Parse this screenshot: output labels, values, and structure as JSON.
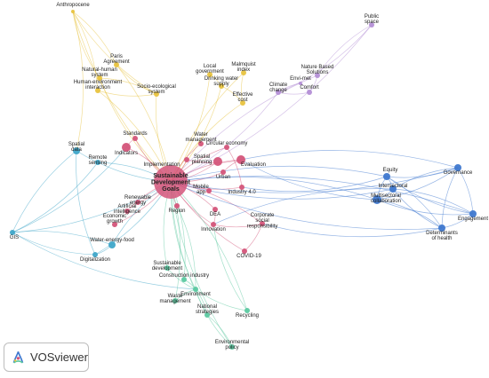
{
  "brand": {
    "name": "VOSviewer"
  },
  "colors": {
    "red": "#d4557a",
    "yellow": "#e8c33f",
    "purple": "#b48fd6",
    "blue": "#3f78cf",
    "cyan": "#3fa6c9",
    "green": "#5cc9a1"
  },
  "network": {
    "nodes": [
      {
        "id": "sdg",
        "label": "Sustainable Development Goals",
        "lines": [
          "Sustainable",
          "Development",
          "Goals"
        ],
        "cluster": "red"
      },
      {
        "id": "anthropocene",
        "label": "Anthropocene",
        "cluster": "yellow"
      },
      {
        "id": "paris",
        "label": "Paris Agreement",
        "lines": [
          "Paris",
          "Agreement"
        ],
        "cluster": "yellow"
      },
      {
        "id": "nhs",
        "label": "Natural-human system",
        "lines": [
          "Natural-human",
          "system"
        ],
        "cluster": "yellow"
      },
      {
        "id": "hei",
        "label": "Human-environment interaction",
        "lines": [
          "Human-environment",
          "interaction"
        ],
        "cluster": "yellow"
      },
      {
        "id": "ses",
        "label": "Socio-ecological system",
        "lines": [
          "Socio-ecological",
          "system"
        ],
        "cluster": "yellow"
      },
      {
        "id": "localgov",
        "label": "Local government",
        "lines": [
          "Local",
          "government"
        ],
        "cluster": "yellow"
      },
      {
        "id": "malmquist",
        "label": "Malmquist index",
        "lines": [
          "Malmquist",
          "index"
        ],
        "cluster": "yellow"
      },
      {
        "id": "drinking",
        "label": "Drinking water supply",
        "lines": [
          "Drinking water",
          "supply"
        ],
        "cluster": "yellow"
      },
      {
        "id": "effcost",
        "label": "Effective cost",
        "lines": [
          "Effective",
          "cost"
        ],
        "cluster": "yellow"
      },
      {
        "id": "public",
        "label": "Public space",
        "lines": [
          "Public",
          "space"
        ],
        "cluster": "purple"
      },
      {
        "id": "nbs",
        "label": "Nature Based Solutions",
        "lines": [
          "Nature Based",
          "Solutions"
        ],
        "cluster": "purple"
      },
      {
        "id": "envimet",
        "label": "Envi-met",
        "cluster": "purple"
      },
      {
        "id": "comfort",
        "label": "Comfort",
        "cluster": "purple"
      },
      {
        "id": "climate",
        "label": "Climate change",
        "lines": [
          "Climate",
          "change"
        ],
        "cluster": "purple"
      },
      {
        "id": "standards",
        "label": "Standards",
        "cluster": "red"
      },
      {
        "id": "indicators",
        "label": "Indicators",
        "cluster": "red"
      },
      {
        "id": "watermgmt",
        "label": "Water management",
        "lines": [
          "Water",
          "management"
        ],
        "cluster": "red"
      },
      {
        "id": "implementation",
        "label": "Implementation",
        "cluster": "red"
      },
      {
        "id": "circular",
        "label": "Circular economy",
        "cluster": "red"
      },
      {
        "id": "spatialplanning",
        "label": "Spatial planning",
        "lines": [
          "Spatial",
          "planning"
        ],
        "cluster": "red"
      },
      {
        "id": "evaluation",
        "label": "Evaluation",
        "cluster": "red"
      },
      {
        "id": "urban",
        "label": "Urban",
        "cluster": "red"
      },
      {
        "id": "mobileapp",
        "label": "Mobile app",
        "lines": [
          "Mobile",
          "app"
        ],
        "cluster": "red"
      },
      {
        "id": "industry40",
        "label": "Industry 4.0",
        "cluster": "red"
      },
      {
        "id": "renewable",
        "label": "Renewable energy",
        "lines": [
          "Renewable",
          "energy"
        ],
        "cluster": "red"
      },
      {
        "id": "ai",
        "label": "Artificial intelligence",
        "lines": [
          "Artificial",
          "intelligence"
        ],
        "cluster": "red"
      },
      {
        "id": "economic",
        "label": "Economic growth",
        "lines": [
          "Economic",
          "growth"
        ],
        "cluster": "red"
      },
      {
        "id": "region",
        "label": "Region",
        "cluster": "red"
      },
      {
        "id": "dea",
        "label": "DEA",
        "cluster": "red"
      },
      {
        "id": "innovation",
        "label": "Innovation",
        "cluster": "red"
      },
      {
        "id": "csr",
        "label": "Corporate social responsibility",
        "lines": [
          "Corporate",
          "social",
          "responsibility"
        ],
        "cluster": "red"
      },
      {
        "id": "covid",
        "label": "COVID-19",
        "cluster": "red"
      },
      {
        "id": "spatialdata",
        "label": "Spatial data",
        "lines": [
          "Spatial",
          "data"
        ],
        "cluster": "cyan"
      },
      {
        "id": "remote",
        "label": "Remote sensing",
        "lines": [
          "Remote",
          "sensing"
        ],
        "cluster": "cyan"
      },
      {
        "id": "gis",
        "label": "GIS",
        "cluster": "cyan"
      },
      {
        "id": "wef",
        "label": "Water-energy-food",
        "cluster": "cyan"
      },
      {
        "id": "digit",
        "label": "Digitalization",
        "cluster": "cyan"
      },
      {
        "id": "sustdev",
        "label": "Sustainable development",
        "lines": [
          "Sustainable",
          "development"
        ],
        "cluster": "green"
      },
      {
        "id": "construction",
        "label": "Construction industry",
        "cluster": "green"
      },
      {
        "id": "environment",
        "label": "Environment",
        "cluster": "green"
      },
      {
        "id": "wastemgmt",
        "label": "Waste management",
        "lines": [
          "Waste",
          "management"
        ],
        "cluster": "green"
      },
      {
        "id": "national",
        "label": "National strategies",
        "lines": [
          "National",
          "strategies"
        ],
        "cluster": "green"
      },
      {
        "id": "recycling",
        "label": "Recycling",
        "cluster": "green"
      },
      {
        "id": "envpolicy",
        "label": "Environmental policy",
        "lines": [
          "Environmental",
          "policy"
        ],
        "cluster": "green"
      },
      {
        "id": "equity",
        "label": "Equity",
        "cluster": "blue"
      },
      {
        "id": "intersectoral",
        "label": "Intersectoral",
        "cluster": "blue"
      },
      {
        "id": "multisectoral",
        "label": "Multisectoral collaboration",
        "lines": [
          "Multisectoral",
          "collaboration"
        ],
        "cluster": "blue"
      },
      {
        "id": "governance",
        "label": "Governance",
        "cluster": "blue"
      },
      {
        "id": "engagement",
        "label": "Engagement",
        "cluster": "blue"
      },
      {
        "id": "determinants",
        "label": "Determinants of health",
        "lines": [
          "Determinants",
          "of health"
        ],
        "cluster": "blue"
      }
    ],
    "edges": [
      [
        "sdg",
        "anthropocene"
      ],
      [
        "sdg",
        "paris"
      ],
      [
        "sdg",
        "nhs"
      ],
      [
        "sdg",
        "hei"
      ],
      [
        "sdg",
        "ses"
      ],
      [
        "sdg",
        "localgov"
      ],
      [
        "sdg",
        "malmquist"
      ],
      [
        "sdg",
        "drinking"
      ],
      [
        "sdg",
        "effcost"
      ],
      [
        "sdg",
        "public"
      ],
      [
        "sdg",
        "nbs"
      ],
      [
        "sdg",
        "climate"
      ],
      [
        "sdg",
        "standards"
      ],
      [
        "sdg",
        "indicators"
      ],
      [
        "sdg",
        "watermgmt"
      ],
      [
        "sdg",
        "implementation"
      ],
      [
        "sdg",
        "circular"
      ],
      [
        "sdg",
        "spatialplanning"
      ],
      [
        "sdg",
        "evaluation"
      ],
      [
        "sdg",
        "urban"
      ],
      [
        "sdg",
        "mobileapp"
      ],
      [
        "sdg",
        "industry40"
      ],
      [
        "sdg",
        "renewable"
      ],
      [
        "sdg",
        "ai"
      ],
      [
        "sdg",
        "economic"
      ],
      [
        "sdg",
        "region"
      ],
      [
        "sdg",
        "dea"
      ],
      [
        "sdg",
        "innovation"
      ],
      [
        "sdg",
        "csr"
      ],
      [
        "sdg",
        "covid"
      ],
      [
        "sdg",
        "spatialdata"
      ],
      [
        "sdg",
        "remote"
      ],
      [
        "sdg",
        "gis"
      ],
      [
        "sdg",
        "wef"
      ],
      [
        "sdg",
        "digit"
      ],
      [
        "sdg",
        "sustdev"
      ],
      [
        "sdg",
        "construction"
      ],
      [
        "sdg",
        "environment"
      ],
      [
        "sdg",
        "wastemgmt"
      ],
      [
        "sdg",
        "national"
      ],
      [
        "sdg",
        "recycling"
      ],
      [
        "sdg",
        "envpolicy"
      ],
      [
        "sdg",
        "equity"
      ],
      [
        "sdg",
        "intersectoral"
      ],
      [
        "sdg",
        "multisectoral"
      ],
      [
        "sdg",
        "governance"
      ],
      [
        "sdg",
        "engagement"
      ],
      [
        "sdg",
        "determinants"
      ],
      [
        "anthropocene",
        "paris"
      ],
      [
        "anthropocene",
        "nhs"
      ],
      [
        "anthropocene",
        "hei"
      ],
      [
        "anthropocene",
        "ses"
      ],
      [
        "anthropocene",
        "spatialdata"
      ],
      [
        "paris",
        "ses"
      ],
      [
        "nhs",
        "ses"
      ],
      [
        "hei",
        "ses"
      ],
      [
        "localgov",
        "drinking"
      ],
      [
        "malmquist",
        "effcost"
      ],
      [
        "drinking",
        "effcost"
      ],
      [
        "climate",
        "comfort"
      ],
      [
        "climate",
        "envimet"
      ],
      [
        "comfort",
        "envimet"
      ],
      [
        "nbs",
        "comfort"
      ],
      [
        "climate",
        "public"
      ],
      [
        "nbs",
        "public"
      ],
      [
        "spatialdata",
        "gis"
      ],
      [
        "remote",
        "gis"
      ],
      [
        "spatialdata",
        "digit"
      ],
      [
        "gis",
        "wef"
      ],
      [
        "gis",
        "digit"
      ],
      [
        "wef",
        "digit"
      ],
      [
        "gis",
        "environment"
      ],
      [
        "indicators",
        "gis"
      ],
      [
        "sustdev",
        "environment"
      ],
      [
        "construction",
        "environment"
      ],
      [
        "environment",
        "wastemgmt"
      ],
      [
        "environment",
        "national"
      ],
      [
        "environment",
        "recycling"
      ],
      [
        "national",
        "envpolicy"
      ],
      [
        "environment",
        "envpolicy"
      ],
      [
        "region",
        "environment"
      ],
      [
        "innovation",
        "recycling"
      ],
      [
        "equity",
        "intersectoral"
      ],
      [
        "equity",
        "multisectoral"
      ],
      [
        "intersectoral",
        "multisectoral"
      ],
      [
        "equity",
        "governance"
      ],
      [
        "intersectoral",
        "governance"
      ],
      [
        "multisectoral",
        "governance"
      ],
      [
        "governance",
        "engagement"
      ],
      [
        "governance",
        "determinants"
      ],
      [
        "engagement",
        "determinants"
      ],
      [
        "equity",
        "engagement"
      ],
      [
        "intersectoral",
        "engagement"
      ],
      [
        "multisectoral",
        "engagement"
      ],
      [
        "equity",
        "determinants"
      ],
      [
        "intersectoral",
        "determinants"
      ],
      [
        "multisectoral",
        "determinants"
      ],
      [
        "evaluation",
        "multisectoral"
      ],
      [
        "evaluation",
        "governance"
      ],
      [
        "csr",
        "determinants"
      ],
      [
        "innovation",
        "intersectoral"
      ],
      [
        "industry40",
        "equity"
      ],
      [
        "indicators",
        "standards"
      ],
      [
        "implementation",
        "evaluation"
      ],
      [
        "circular",
        "industry40"
      ],
      [
        "innovation",
        "csr"
      ],
      [
        "dea",
        "innovation"
      ],
      [
        "covid",
        "csr"
      ],
      [
        "urban",
        "evaluation"
      ]
    ]
  }
}
